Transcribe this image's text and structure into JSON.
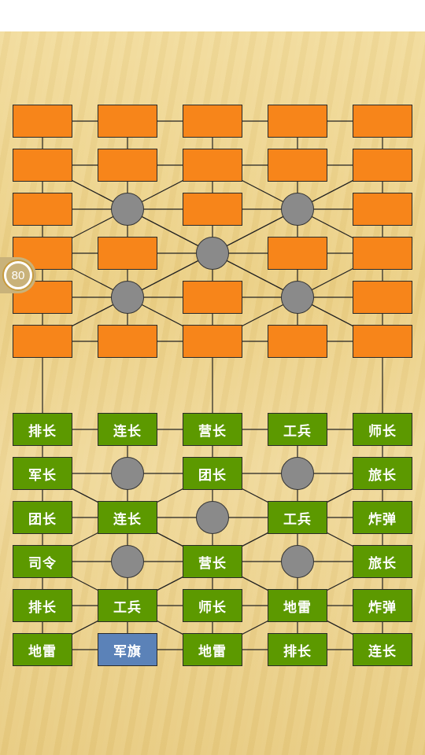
{
  "timer": {
    "value": "80"
  },
  "colors": {
    "enemy": "#f7851a",
    "own": "#5c9900",
    "flag": "#5b82b8",
    "camp": "#8a8a8a"
  },
  "enemy_rows": 6,
  "own_rows": [
    [
      "排长",
      "连长",
      "营长",
      "工兵",
      "师长"
    ],
    [
      "军长",
      null,
      "团长",
      null,
      "旅长"
    ],
    [
      "团长",
      "连长",
      null,
      "工兵",
      "炸弹"
    ],
    [
      "司令",
      null,
      "营长",
      null,
      "旅长"
    ],
    [
      "排长",
      "工兵",
      "师长",
      "地雷",
      "炸弹"
    ],
    [
      "地雷",
      "军旗",
      "地雷",
      "排长",
      "连长"
    ]
  ],
  "flag_piece": "军旗"
}
